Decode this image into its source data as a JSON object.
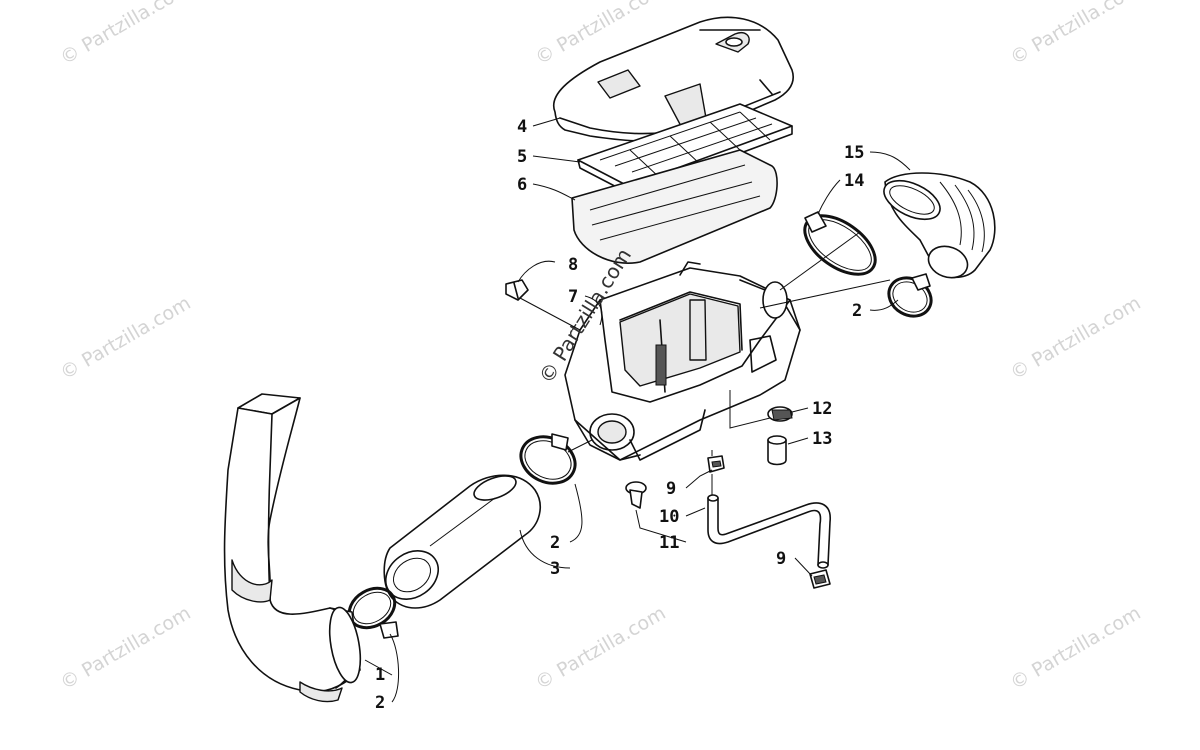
{
  "callouts": {
    "c1": "1",
    "c2a": "2",
    "c2b": "2",
    "c2c": "2",
    "c3": "3",
    "c4": "4",
    "c5": "5",
    "c6": "6",
    "c7": "7",
    "c8": "8",
    "c9a": "9",
    "c9b": "9",
    "c10": "10",
    "c11": "11",
    "c12": "12",
    "c13": "13",
    "c14": "14",
    "c15": "15"
  },
  "watermark": {
    "text": "© Partzilla.com"
  }
}
